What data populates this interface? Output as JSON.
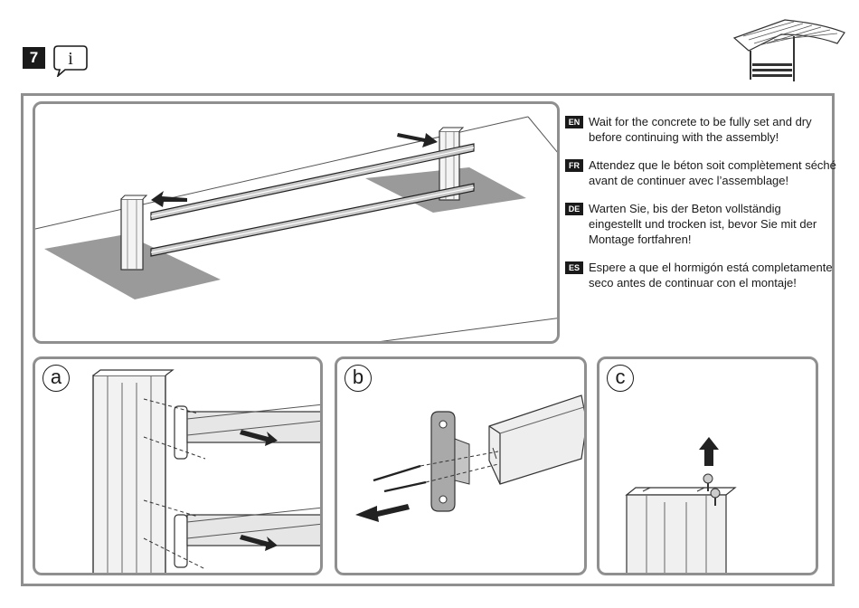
{
  "header": {
    "step_number": "7",
    "info_icon_letter": "i"
  },
  "thumbnail": {
    "icon": "carport-structure-icon"
  },
  "instructions": [
    {
      "lang": "EN",
      "text": "Wait for the concrete to be fully set and dry before continuing with the assembly!"
    },
    {
      "lang": "FR",
      "text": "Attendez que le béton soit complètement séché avant de continuer avec l’assemblage!"
    },
    {
      "lang": "DE",
      "text": "Warten Sie, bis der Beton vollständig eingestellt und trocken ist, bevor Sie mit der Montage fortfahren!"
    },
    {
      "lang": "ES",
      "text": "Espere a que el hormigón está completamente seco antes de continuar con el montaje!"
    }
  ],
  "details": [
    {
      "label": "a"
    },
    {
      "label": "b"
    },
    {
      "label": "c"
    }
  ],
  "colors": {
    "frame_border": "#8f8f8f",
    "concrete_fill": "#9a9a9a",
    "ink": "#1a1a1a"
  }
}
